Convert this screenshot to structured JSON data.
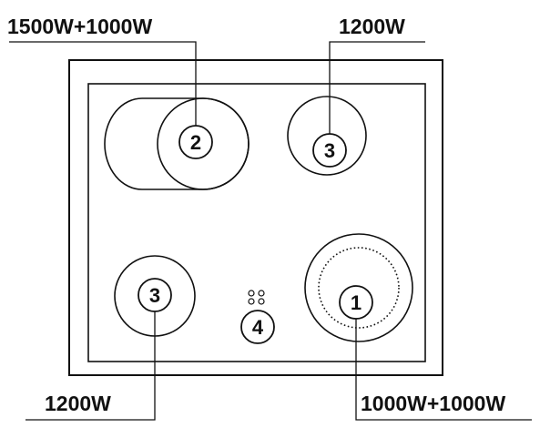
{
  "labels": {
    "top_left": "1500W+1000W",
    "top_right": "1200W",
    "bottom_left": "1200W",
    "bottom_right": "1000W+1000W"
  },
  "zones": {
    "rear_left": "2",
    "rear_right": "3",
    "front_left": "3",
    "front_right": "1",
    "control": "4"
  }
}
